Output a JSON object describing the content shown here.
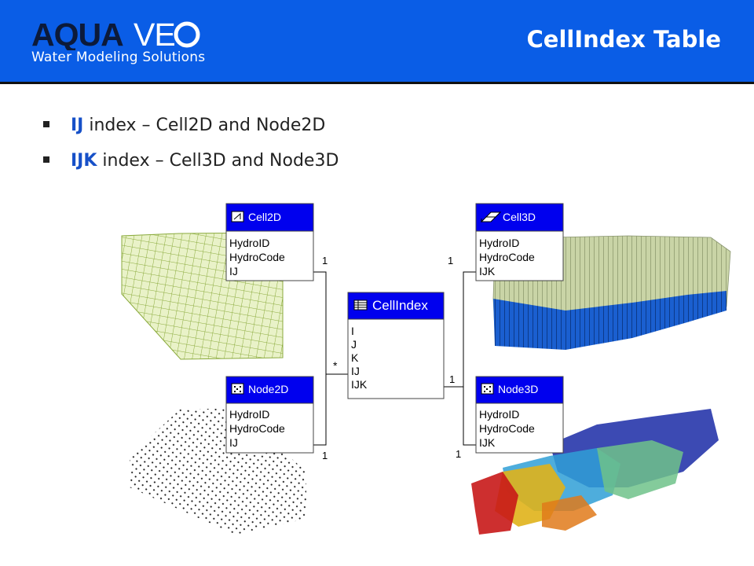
{
  "header": {
    "logo_word": "AQUAVEO",
    "logo_tagline": "Water Modeling Solutions",
    "title": "CellIndex Table",
    "background": "#0a5de6"
  },
  "bullets": [
    {
      "key": "IJ",
      "text": " index – Cell2D and Node2D"
    },
    {
      "key": "IJK",
      "text": " index – Cell3D and Node3D"
    }
  ],
  "classes": {
    "cell2d": {
      "name": "Cell2D",
      "fields": [
        "HydroID",
        "HydroCode",
        "IJ"
      ],
      "icon": "polygon-cell-icon"
    },
    "node2d": {
      "name": "Node2D",
      "fields": [
        "HydroID",
        "HydroCode",
        "IJ"
      ],
      "icon": "point-nodes-icon"
    },
    "cellindex": {
      "name": "CellIndex",
      "fields": [
        "I",
        "J",
        "K",
        "IJ",
        "IJK"
      ],
      "icon": "table-icon"
    },
    "cell3d": {
      "name": "Cell3D",
      "fields": [
        "HydroID",
        "HydroCode",
        "IJK"
      ],
      "icon": "cube-cell-icon"
    },
    "node3d": {
      "name": "Node3D",
      "fields": [
        "HydroID",
        "HydroCode",
        "IJK"
      ],
      "icon": "point-nodes-icon"
    }
  },
  "relations": {
    "cell2d_end": "1",
    "node2d_end": "1",
    "cellindex_left": "*",
    "cellindex_right": "1",
    "cell3d_end": "1",
    "node3d_end": "1"
  },
  "colors": {
    "uml_header": "#0000ee",
    "grid_green": "#8aaa3c",
    "grid_fill": "#e9f2c8",
    "cell3d_top": "#c9d4a6",
    "cell3d_base": "#1a5fd0",
    "accent_blue": "#1650c8"
  }
}
